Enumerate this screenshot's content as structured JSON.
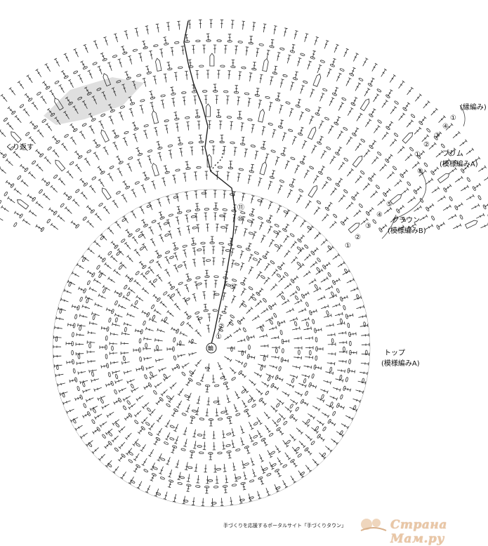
{
  "labels": {
    "kurikaesu": "くり返す",
    "fuchiami_title": "縁編み",
    "brim_title": "ブリム",
    "brim_sub": "(模様編みA)",
    "crown_title": "クラウン",
    "crown_sub": "(模様編みB)",
    "top_title": "トップ",
    "top_sub": "(模様編みA)",
    "center": "輪"
  },
  "row_markers": {
    "edge": [
      "①"
    ],
    "brim": [
      "④",
      "③",
      "②",
      "①"
    ],
    "crown": [
      "⑧",
      "⑤",
      "④",
      "③",
      "②",
      "①"
    ],
    "start": [
      "⑪",
      "⑩",
      "⑤",
      "②",
      "①"
    ]
  },
  "footer": "手づくりを応援するポータルサイト「手づくりタウン」",
  "watermark": "Страна Мам.ру",
  "colors": {
    "ink": "#2a2a2a",
    "shade": "#cfcfcf",
    "watermark": "#e9c7a6"
  }
}
